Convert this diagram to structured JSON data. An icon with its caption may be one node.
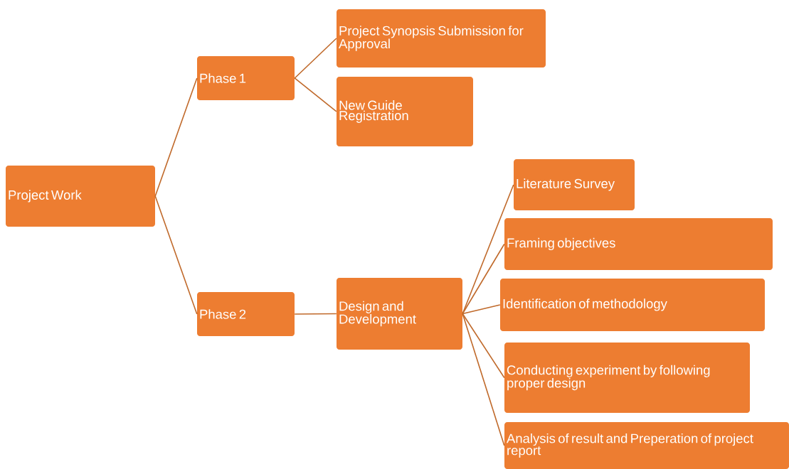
{
  "diagram": {
    "nodes": [
      {
        "text": [
          "Project Work"
        ]
      },
      {
        "text": [
          "Phase 1"
        ]
      },
      {
        "text": [
          "Phase 2"
        ]
      },
      {
        "text": [
          "Project Synopsis Submission for Approval"
        ]
      },
      {
        "text": [
          "New Guide Registration"
        ]
      },
      {
        "text": [
          "Design and Development"
        ]
      },
      {
        "text": [
          "Literature Survey"
        ]
      },
      {
        "text": [
          "Framing objectives"
        ]
      },
      {
        "text": [
          "Identification of methodology"
        ]
      },
      {
        "text": [
          "Conducting experiment by following proper design"
        ]
      },
      {
        "text": [
          "Analysis of result and Preperation of project report"
        ]
      }
    ],
    "edges": [
      {
        "from": 0,
        "to": 1,
        "arrow": "none"
      },
      {
        "from": 0,
        "to": 2,
        "arrow": "none"
      },
      {
        "from": 1,
        "to": 3,
        "arrow": "none"
      },
      {
        "from": 1,
        "to": 4,
        "arrow": "none"
      },
      {
        "from": 2,
        "to": 5,
        "arrow": "none"
      },
      {
        "from": 5,
        "to": 6,
        "arrow": "none"
      },
      {
        "from": 5,
        "to": 7,
        "arrow": "none"
      },
      {
        "from": 5,
        "to": 8,
        "arrow": "none"
      },
      {
        "from": 5,
        "to": 9,
        "arrow": "none"
      },
      {
        "from": 5,
        "to": 10,
        "arrow": "none"
      }
    ]
  }
}
